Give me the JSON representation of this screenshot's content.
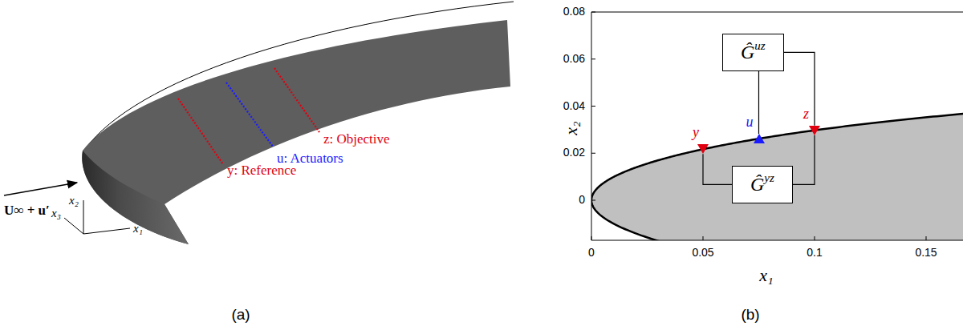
{
  "diagram": {
    "nodes": [
      {
        "text": [
          "y"
        ]
      },
      {
        "text": [
          "u"
        ]
      },
      {
        "text": [
          "z"
        ]
      },
      {
        "text": [
          "Ĝ",
          "uz"
        ]
      },
      {
        "text": [
          "Ĝ",
          "yz"
        ]
      }
    ],
    "edges": [
      {
        "from": 1,
        "to": 3,
        "arrow": "none"
      },
      {
        "from": 3,
        "to": 2,
        "arrow": "none"
      },
      {
        "from": 0,
        "to": 4,
        "arrow": "none"
      },
      {
        "from": 4,
        "to": 2,
        "arrow": "none"
      }
    ],
    "labels": [
      "z: Objective",
      "u: Actuators",
      "y: Reference",
      "U∞ + u′",
      "x₂",
      "x₃",
      "x₁",
      "(a)",
      "0.08",
      "0.06",
      "0.04",
      "0.02",
      "0",
      "0",
      "0.05",
      "0.1",
      "0.15",
      "x₁",
      "x₂",
      "(b)"
    ]
  }
}
